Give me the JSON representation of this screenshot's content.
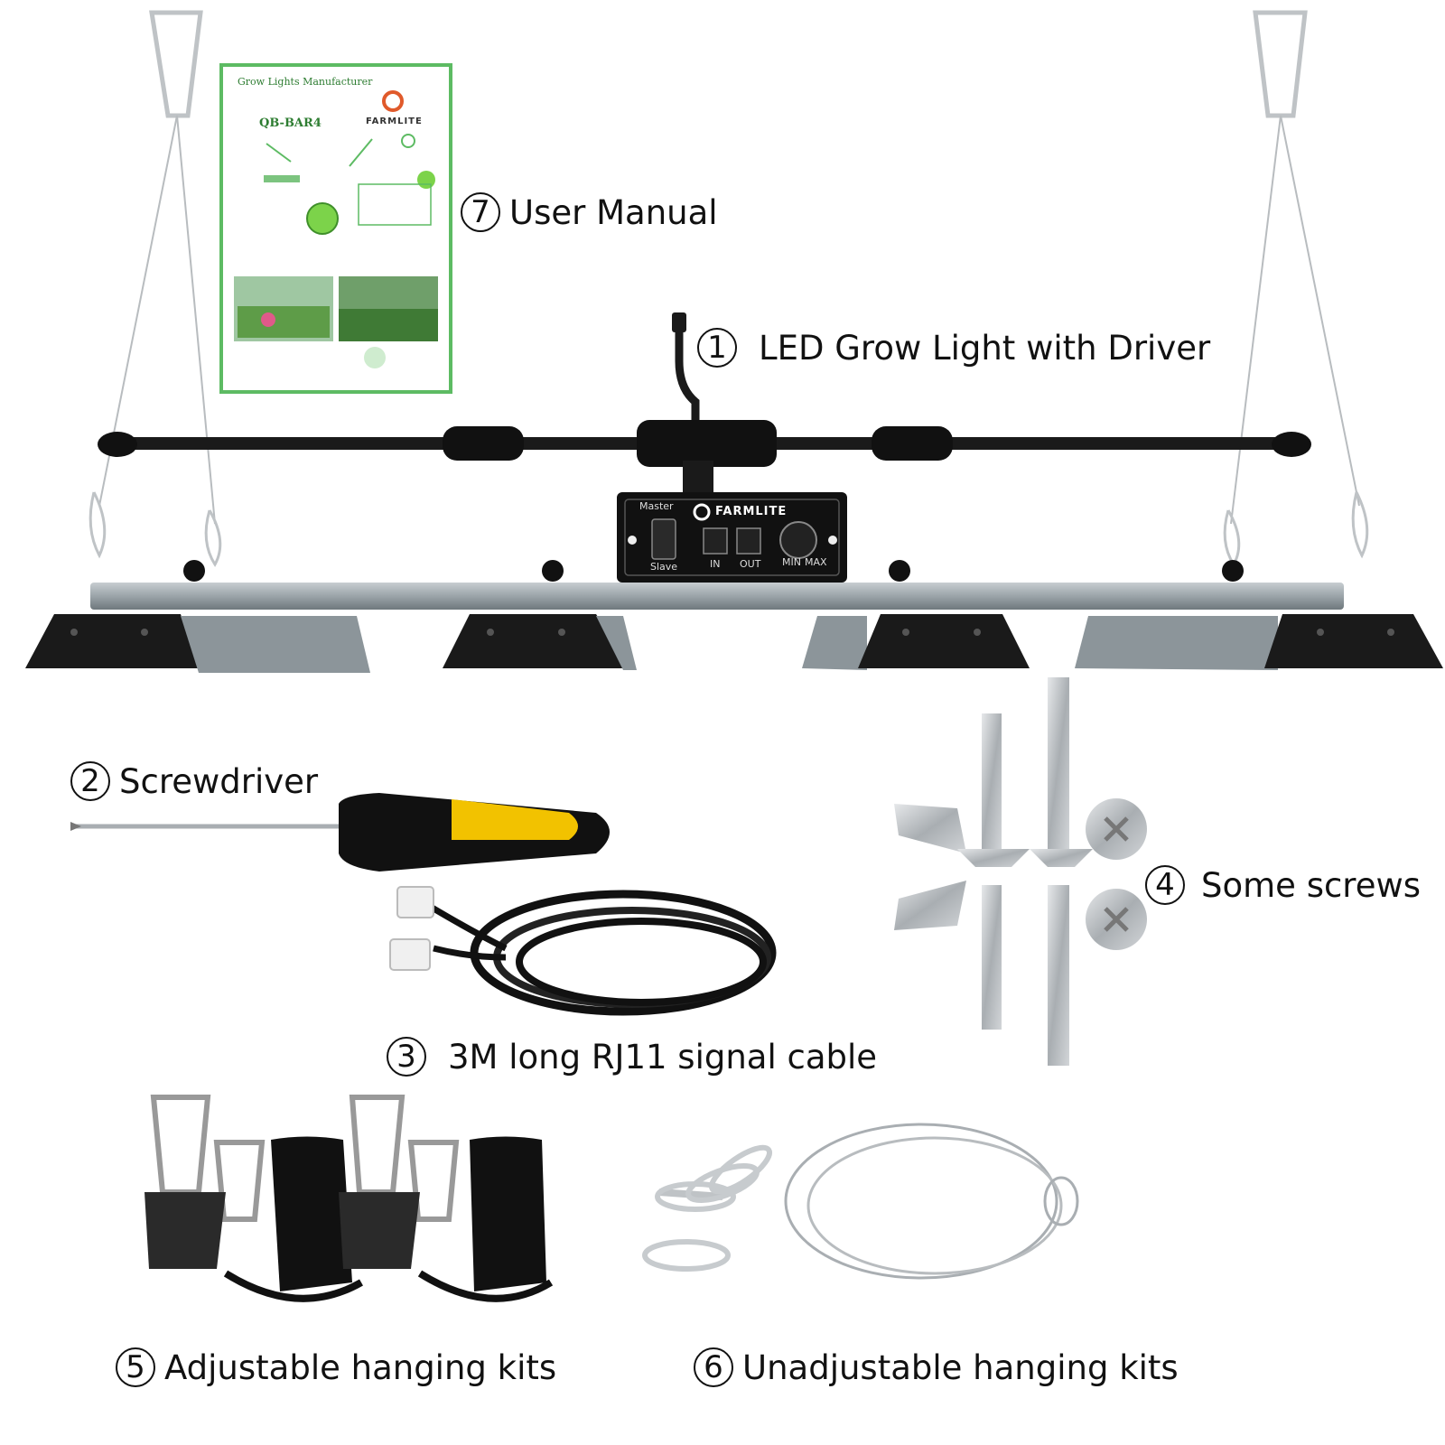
{
  "labels": {
    "item1": {
      "num": "1",
      "text": "LED Grow Light with Driver"
    },
    "item2": {
      "num": "2",
      "text": "Screwdriver"
    },
    "item3": {
      "num": "3",
      "text": "3M long RJ11 signal cable"
    },
    "item4": {
      "num": "4",
      "text": "Some screws"
    },
    "item5": {
      "num": "5",
      "text": "Adjustable hanging kits"
    },
    "item6": {
      "num": "6",
      "text": "Unadjustable hanging kits"
    },
    "item7": {
      "num": "7",
      "text": "User Manual"
    }
  },
  "manual": {
    "header": "Grow Lights Manufacturer",
    "model": "QB-BAR4",
    "brand": "FARMLITE"
  },
  "driver": {
    "brand": "FARMLITE",
    "master": "Master",
    "slave": "Slave",
    "in": "IN",
    "out": "OUT",
    "min": "MIN",
    "max": "MAX"
  },
  "colors": {
    "manual_border": "#5dbb63",
    "bar_metal": "#9aa3a8",
    "screwdriver_yellow": "#f2c200",
    "black": "#111111"
  }
}
